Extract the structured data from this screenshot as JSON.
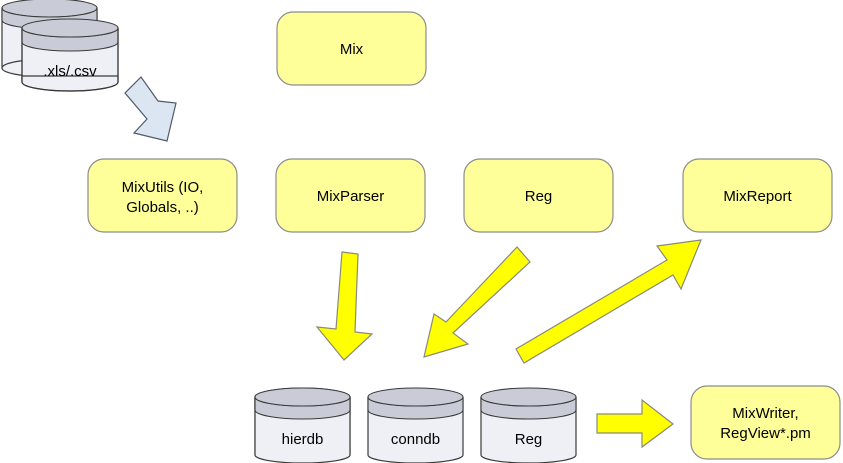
{
  "diagram": {
    "nodes": {
      "mix": "Mix",
      "mixutils_line1": "MixUtils (IO,",
      "mixutils_line2": "Globals, ..)",
      "mixparser": "MixParser",
      "reg_module": "Reg",
      "mixreport": "MixReport",
      "mixwriter_line1": "MixWriter,",
      "mixwriter_line2": "RegView*.pm"
    },
    "databases": {
      "source": ".xls/.csv",
      "hierdb": "hierdb",
      "conndb": "conndb",
      "reg": "Reg"
    },
    "colors": {
      "box_fill": "#ffff99",
      "arrow_yellow": "#ffff00",
      "arrow_blue": "#dce6f2",
      "db_band": "#c9ccd6"
    }
  }
}
